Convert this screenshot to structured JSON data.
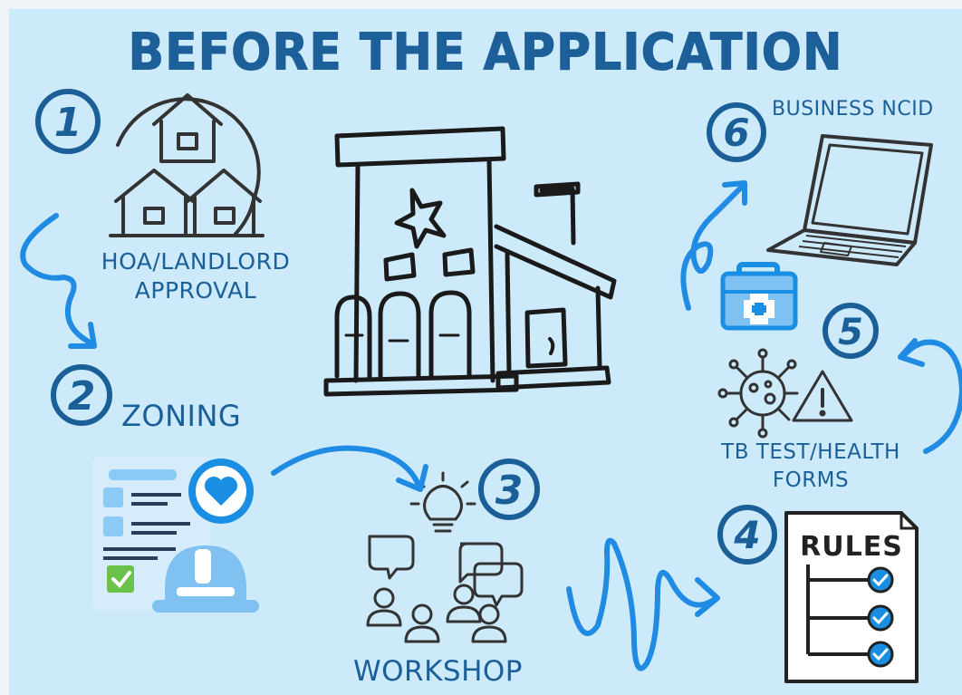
{
  "title": "BEFORE THE APPLICATION",
  "steps": [
    {
      "number": "1",
      "label_line1": "HOA/LANDLORD",
      "label_line2": "APPROVAL"
    },
    {
      "number": "2",
      "label": "ZONING"
    },
    {
      "number": "3",
      "label": "WORKSHOP"
    },
    {
      "number": "4",
      "label": "RULES"
    },
    {
      "number": "5",
      "label_line1": "TB TEST/HEALTH",
      "label_line2": "FORMS"
    },
    {
      "number": "6",
      "label": "BUSINESS NCID"
    }
  ],
  "colors": {
    "background": "#cdeafb",
    "text": "#1b5f99",
    "arrow": "#1f8be3",
    "ink": "#222222"
  },
  "icons": [
    "houses-icon",
    "building-icon",
    "checklist-icon",
    "lightbulb-icon",
    "people-chat-icon",
    "rules-board-icon",
    "first-aid-kit-icon",
    "virus-icon",
    "warning-icon",
    "laptop-icon"
  ]
}
